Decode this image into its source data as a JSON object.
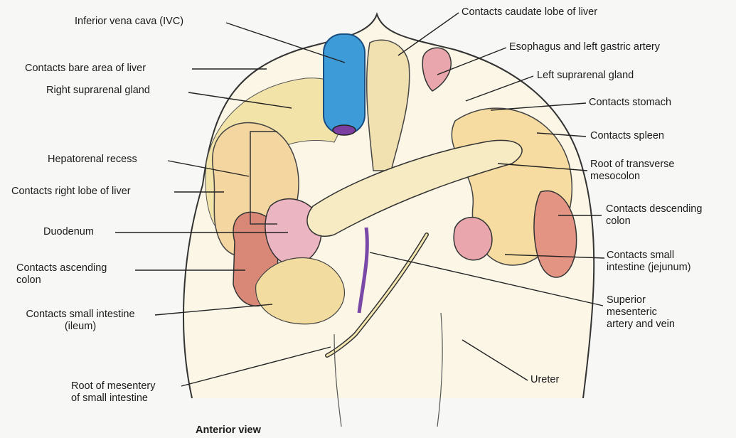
{
  "labels": {
    "ivc": "Inferior vena cava (IVC)",
    "bare_area": "Contacts bare area of liver",
    "right_suprarenal": "Right suprarenal gland",
    "hepatorenal": "Hepatorenal recess",
    "right_lobe": "Contacts right lobe of liver",
    "duodenum": "Duodenum",
    "ascending_colon": "Contacts ascending\ncolon",
    "ileum": "Contacts small intestine\n(ileum)",
    "root_mesentery": "Root of mesentery\nof small intestine",
    "caudate": "Contacts caudate lobe of liver",
    "esophagus": "Esophagus and left gastric artery",
    "left_suprarenal": "Left suprarenal gland",
    "stomach": "Contacts stomach",
    "spleen": "Contacts spleen",
    "transverse": "Root of transverse\nmesocolon",
    "descending": "Contacts descending\ncolon",
    "jejunum": "Contacts small\nintestine (jejunum)",
    "sma": "Superior\nmesenteric\nartery and vein",
    "ureter": "Ureter",
    "caption": "Anterior view"
  },
  "colors": {
    "ivc": "#3c9ad6",
    "kidney": "#e9a7ad",
    "colon": "#d97d6e",
    "organ_outline": "#2a2a2a",
    "liver_area": "#f4e7b0"
  }
}
